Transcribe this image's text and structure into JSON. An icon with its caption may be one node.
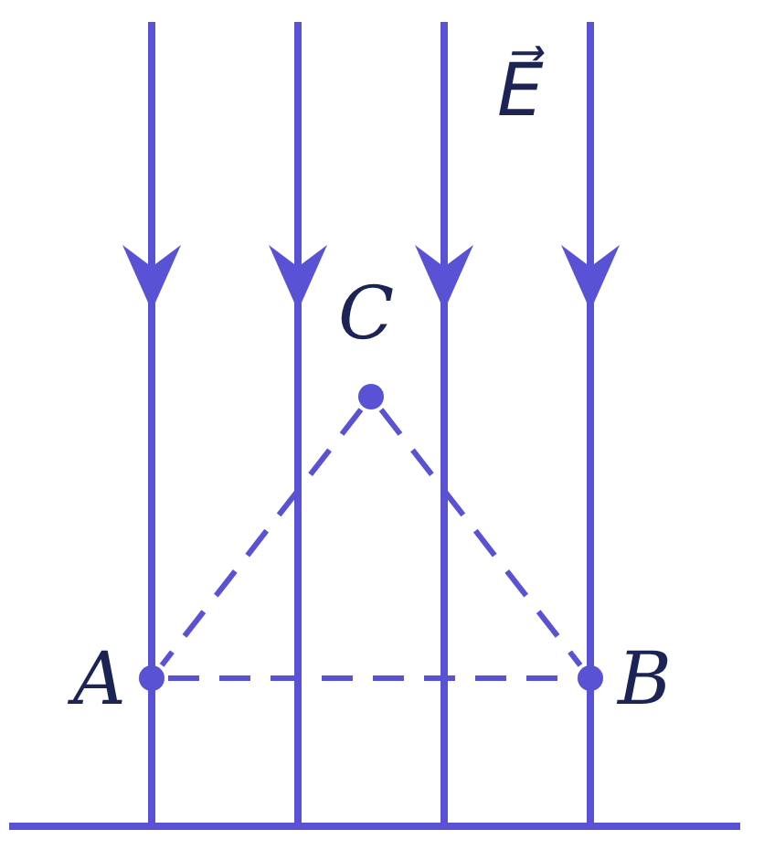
{
  "diagram": {
    "nodes": [
      {
        "text": [
          "C"
        ]
      },
      {
        "text": [
          "A"
        ]
      },
      {
        "text": [
          "B"
        ]
      }
    ],
    "edges": [
      {
        "from": 0,
        "to": 1,
        "arrow": "none",
        "style": "dashed"
      },
      {
        "from": 0,
        "to": 2,
        "arrow": "none",
        "style": "dashed"
      },
      {
        "from": 1,
        "to": 2,
        "arrow": "none",
        "style": "dashed"
      }
    ],
    "labels": [
      "E⃗"
    ]
  }
}
